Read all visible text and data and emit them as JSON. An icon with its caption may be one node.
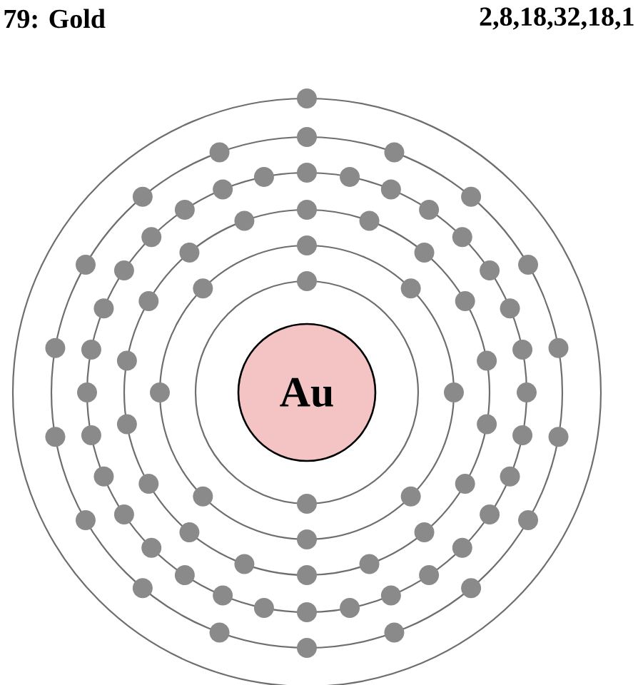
{
  "diagram": {
    "title": "79: Gold",
    "nodes": [
      {
        "text": [
          "Au"
        ]
      }
    ],
    "labels": [
      "2,8,18,32,18,1"
    ]
  }
}
